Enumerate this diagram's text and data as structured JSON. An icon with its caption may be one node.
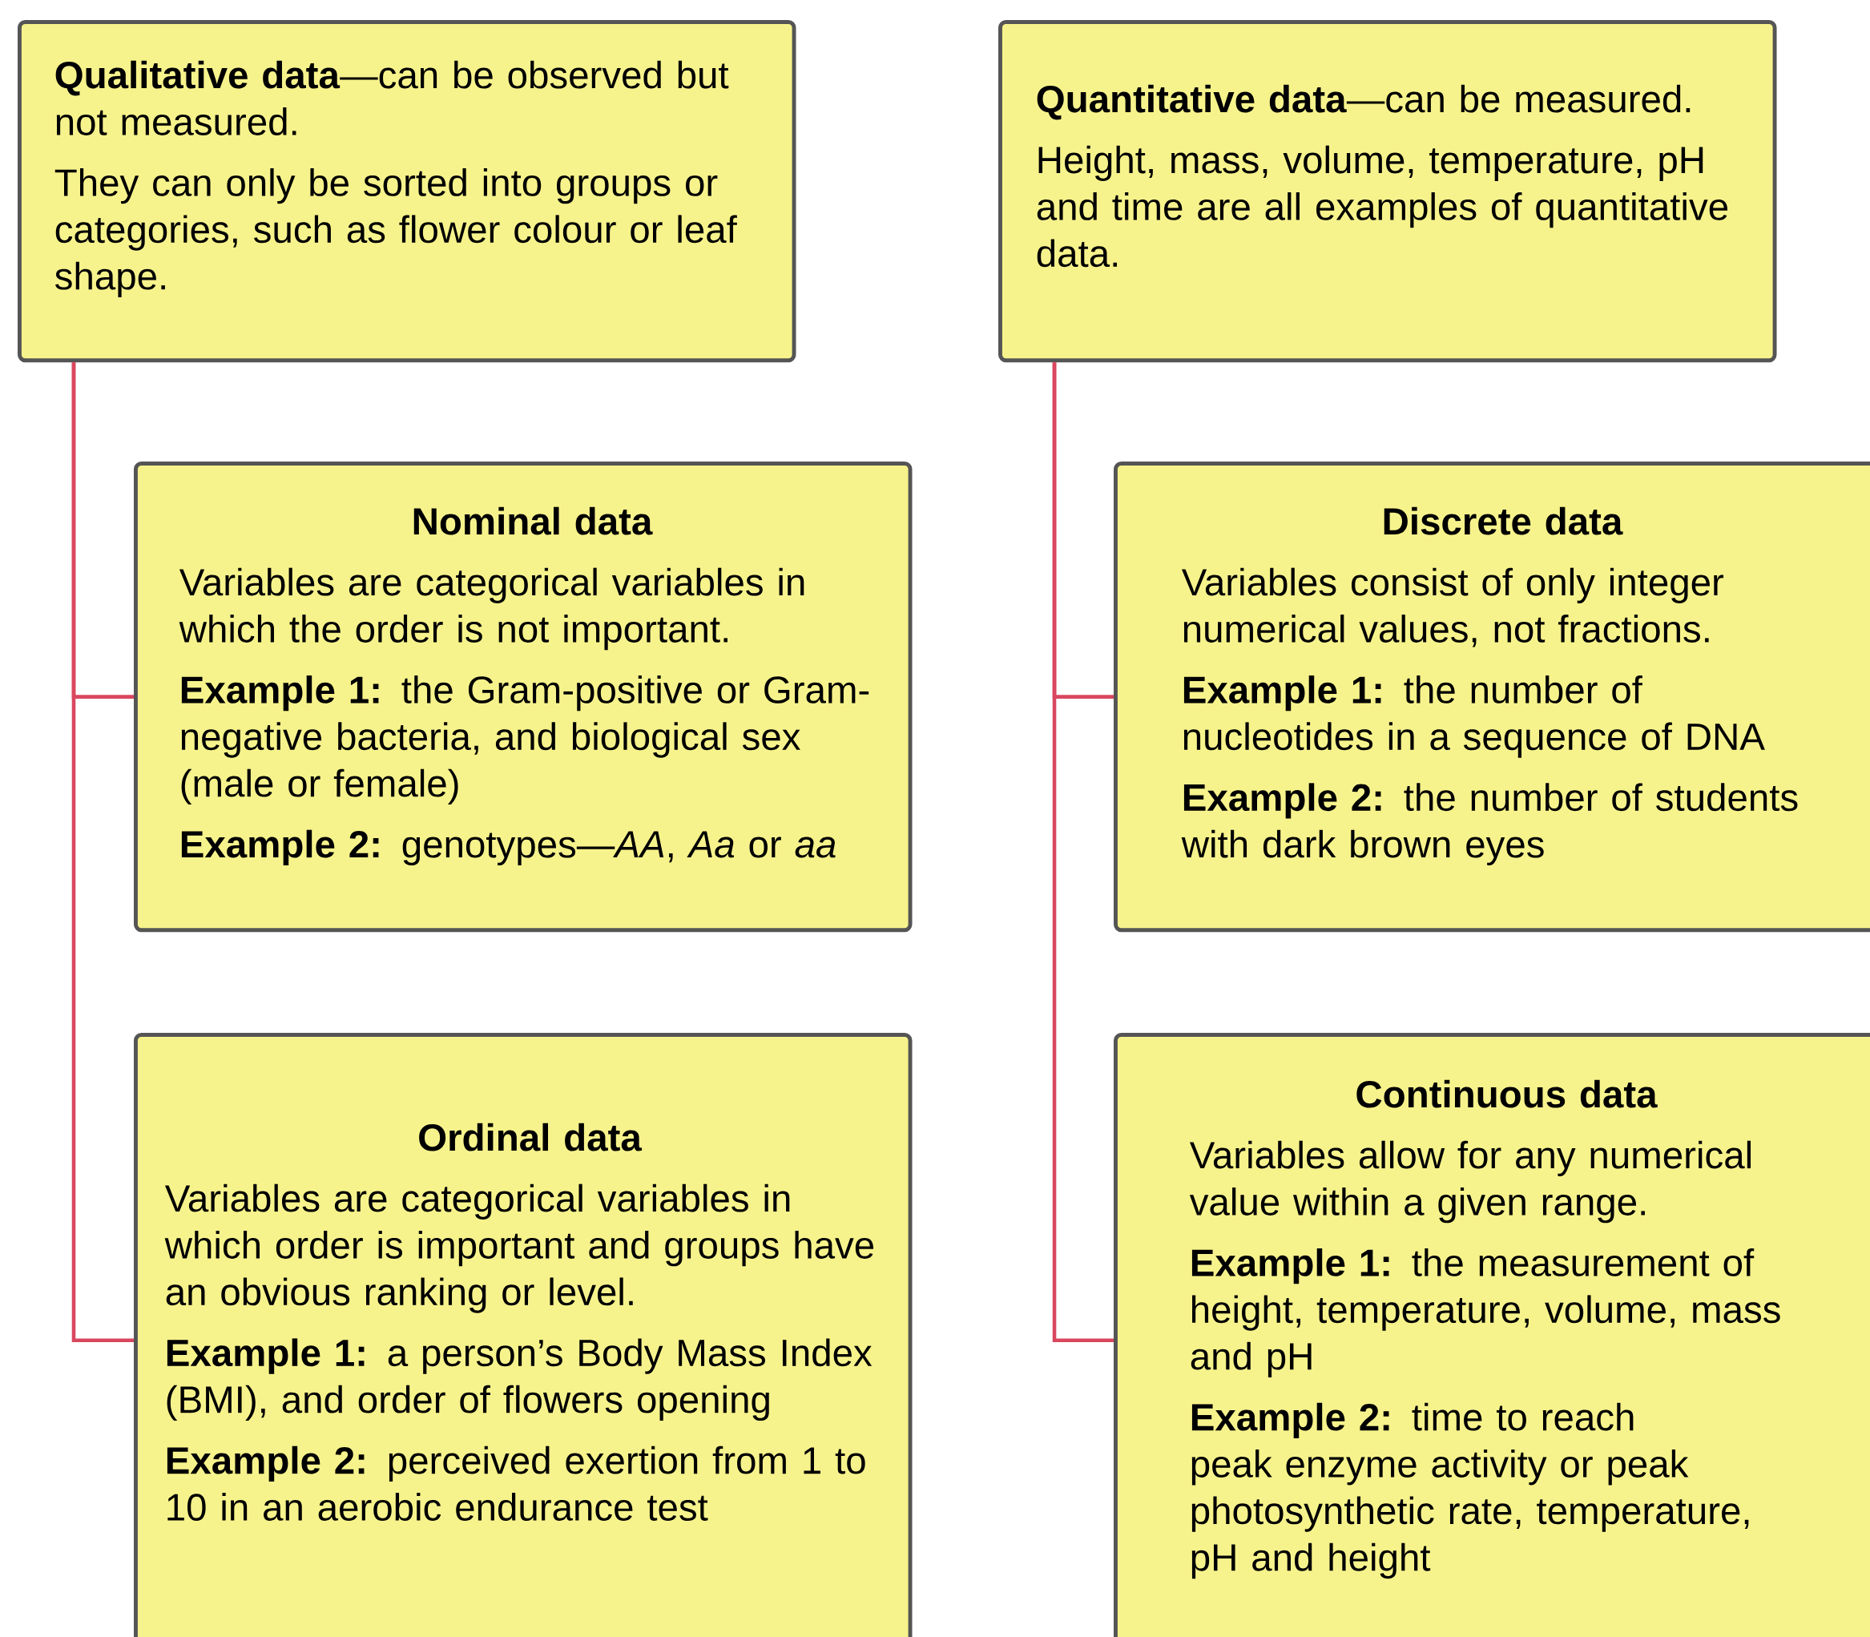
{
  "diagram": {
    "nodes": [
      {
        "text": [
          "**Qualitative data**—can be observed but not measured.",
          "They can only be sorted into groups or categories, such as flower colour or leaf shape."
        ]
      },
      {
        "text": [
          "**Quantitative data**—can be measured.",
          "Height, mass, volume, temperature, pH and time are all examples of quantitative data."
        ]
      },
      {
        "text": [
          "Nominal data",
          "Variables are categorical variables in which the order is not important.",
          "**Example 1:** the Gram-positive or Gram-negative bacteria, and biological sex (male or female)",
          "**Example 2:** genotypes—*AA*, *Aa* or *aa*"
        ]
      },
      {
        "text": [
          "Discrete data",
          "Variables consist of only integer numerical values, not fractions.",
          "**Example 1:** the number of nucleotides in a sequence of DNA",
          "**Example 2:** the number of students with dark brown eyes"
        ]
      },
      {
        "text": [
          "Ordinal data",
          "Variables are categorical variables in which order is important and groups have an obvious ranking or level.",
          "**Example 1:** a person’s Body Mass Index (BMI), and order of flowers opening",
          "**Example 2:** perceived exertion from 1 to 10 in an aerobic endurance test"
        ]
      },
      {
        "text": [
          "Continuous data",
          "Variables allow for any numerical value within a given range.",
          "**Example 1:** the measurement of height, temperature, volume, mass and pH",
          "**Example 2:** time to reach peak enzyme activity or peak photosynthetic rate, temperature, pH and height"
        ]
      }
    ],
    "edges": [
      {
        "from": 0,
        "to": 2,
        "arrow": "none"
      },
      {
        "from": 0,
        "to": 4,
        "arrow": "none"
      },
      {
        "from": 1,
        "to": 3,
        "arrow": "none"
      },
      {
        "from": 1,
        "to": 5,
        "arrow": "none"
      }
    ]
  }
}
